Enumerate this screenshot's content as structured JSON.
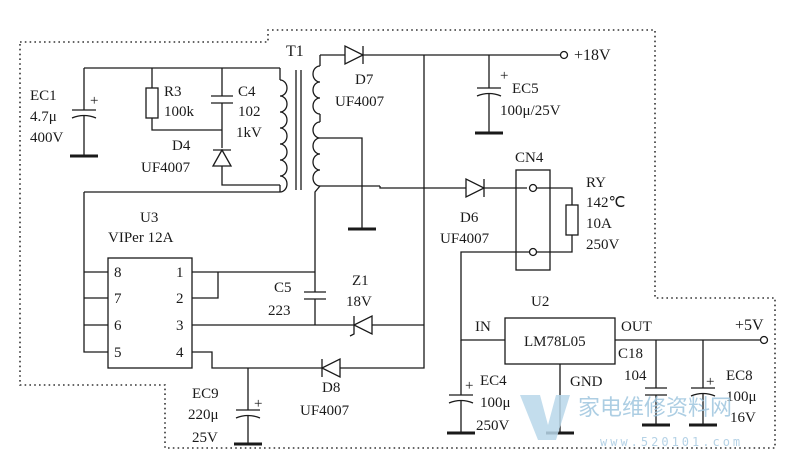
{
  "labels": {
    "t1": "T1",
    "d7_ref": "D7",
    "d7_part": "UF4007",
    "out18": "+18V",
    "ec5_ref": "EC5",
    "ec5_val": "100μ/25V",
    "ec1_ref": "EC1",
    "ec1_cap": "4.7μ",
    "ec1_volt": "400V",
    "r3_ref": "R3",
    "r3_val": "100k",
    "c4_ref": "C4",
    "c4_val": "102",
    "c4_volt": "1kV",
    "d4_ref": "D4",
    "d4_part": "UF4007",
    "cn4": "CN4",
    "ry_ref": "RY",
    "ry_temp": "142℃",
    "ry_amp": "10A",
    "ry_volt": "250V",
    "u3_ref": "U3",
    "u3_part": "VIPer 12A",
    "pin8": "8",
    "pin7": "7",
    "pin6": "6",
    "pin5": "5",
    "pin1": "1",
    "pin2": "2",
    "pin3": "3",
    "pin4": "4",
    "d6_ref": "D6",
    "d6_part": "UF4007",
    "c5_ref": "C5",
    "c5_val": "223",
    "z1_ref": "Z1",
    "z1_val": "18V",
    "u2_ref": "U2",
    "u2_part": "LM78L05",
    "u2_in": "IN",
    "u2_out": "OUT",
    "u2_gnd": "GND",
    "out5": "+5V",
    "c18_ref": "C18",
    "c18_val": "104",
    "ec8_ref": "EC8",
    "ec8_val": "100μ",
    "ec8_volt": "16V",
    "ec4_ref": "EC4",
    "ec4_val": "100μ",
    "ec4_volt": "250V",
    "d8_ref": "D8",
    "d8_part": "UF4007",
    "ec9_ref": "EC9",
    "ec9_val": "220μ",
    "ec9_volt": "25V",
    "plus": "+"
  },
  "watermark": {
    "text": "家电维修资料网",
    "url": "www.520101.com"
  },
  "colors": {
    "ink": "#1a1a1a",
    "watermark": "#9fc6df"
  }
}
